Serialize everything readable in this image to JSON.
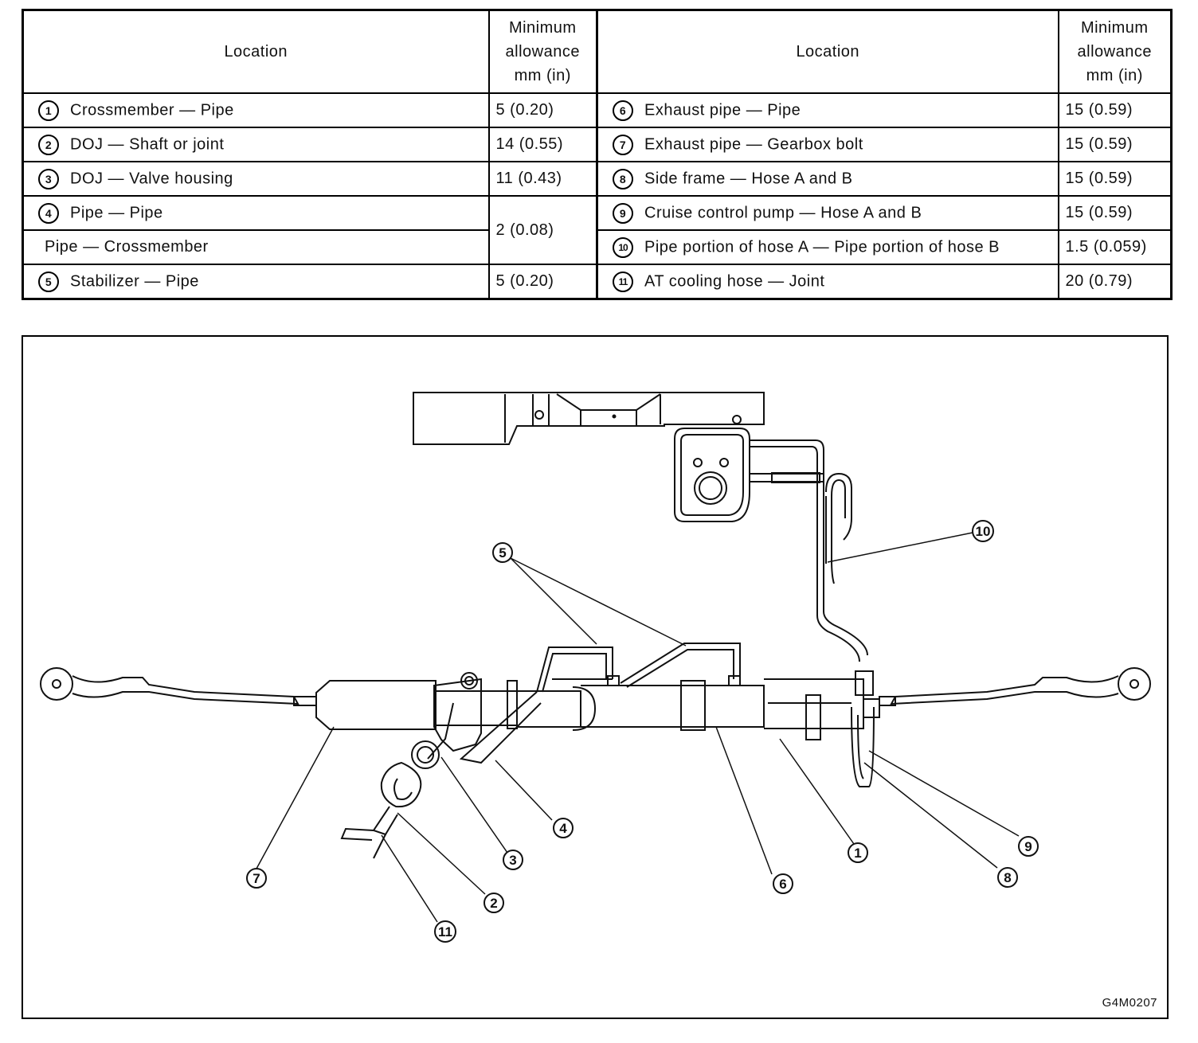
{
  "table": {
    "headers": {
      "location_left": "Location",
      "allowance_left": [
        "Minimum",
        "allowance",
        "mm (in)"
      ],
      "location_right": "Location",
      "allowance_right": [
        "Minimum",
        "allowance",
        "mm (in)"
      ]
    },
    "left_rows": [
      {
        "num": "1",
        "location": "Crossmember — Pipe",
        "allowance": "5 (0.20)"
      },
      {
        "num": "2",
        "location": "DOJ — Shaft or joint",
        "allowance": "14 (0.55)"
      },
      {
        "num": "3",
        "location": "DOJ — Valve housing",
        "allowance": "11 (0.43)"
      },
      {
        "num": "4",
        "location": "Pipe — Pipe",
        "allowance": "2 (0.08)"
      },
      {
        "num": "",
        "location": "Pipe — Crossmember",
        "allowance": ""
      },
      {
        "num": "5",
        "location": "Stabilizer — Pipe",
        "allowance": "5 (0.20)"
      }
    ],
    "right_rows": [
      {
        "num": "6",
        "location": "Exhaust pipe — Pipe",
        "allowance": "15 (0.59)"
      },
      {
        "num": "7",
        "location": "Exhaust pipe — Gearbox bolt",
        "allowance": "15 (0.59)"
      },
      {
        "num": "8",
        "location": "Side frame — Hose A and B",
        "allowance": "15 (0.59)"
      },
      {
        "num": "9",
        "location": "Cruise control pump — Hose A and B",
        "allowance": "15 (0.59)"
      },
      {
        "num": "10",
        "location": "Pipe portion of hose A — Pipe portion of hose B",
        "allowance": "1.5 (0.059)"
      },
      {
        "num": "11",
        "location": "AT cooling hose — Joint",
        "allowance": "20 (0.79)"
      }
    ]
  },
  "diagram": {
    "callouts": [
      "1",
      "2",
      "3",
      "4",
      "5",
      "6",
      "7",
      "8",
      "9",
      "10",
      "11"
    ],
    "figure_code": "G4M0207"
  }
}
